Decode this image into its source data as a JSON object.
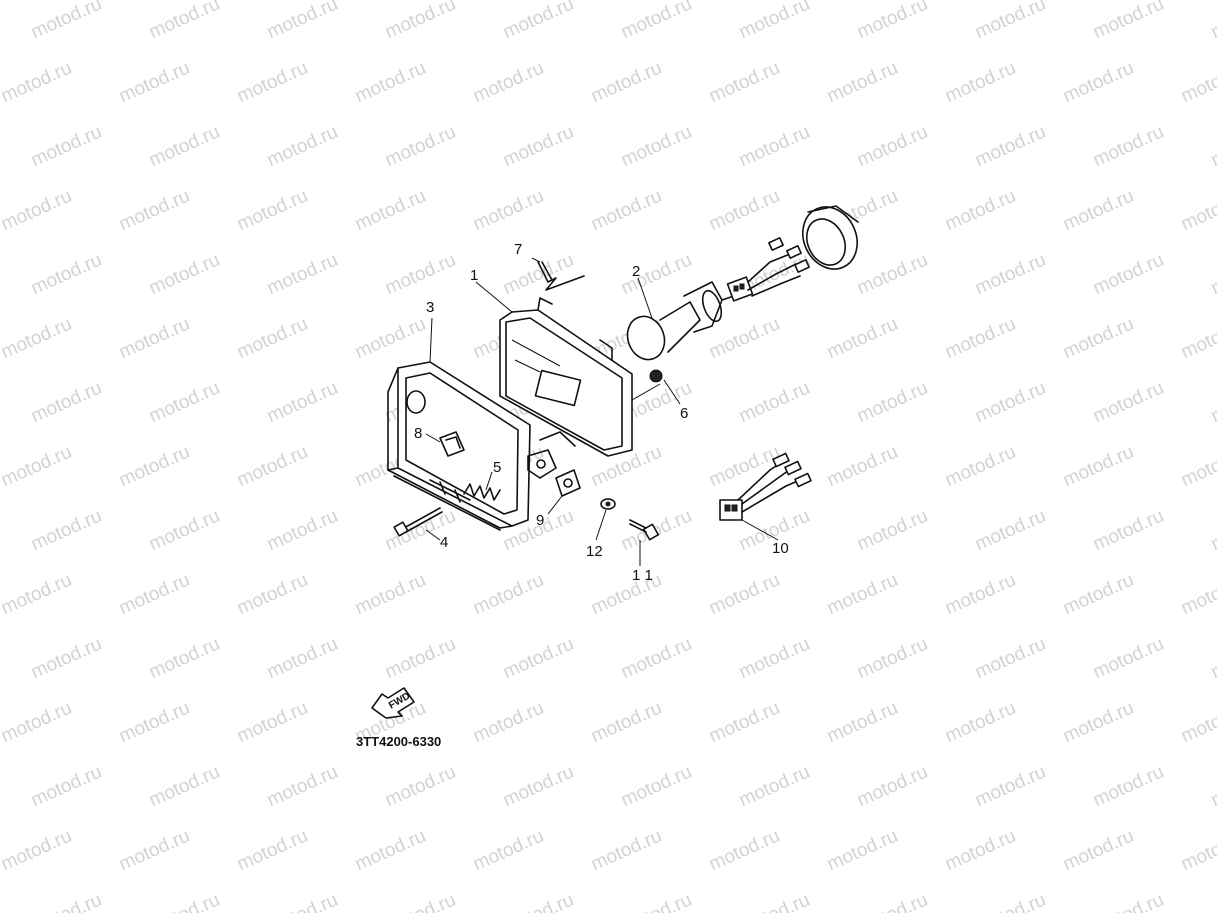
{
  "watermark": "motod.ru",
  "part_code": "3TT4200-6330",
  "fwd_label": "FWD",
  "callouts": [
    "1",
    "2",
    "3",
    "4",
    "5",
    "6",
    "7",
    "8",
    "9",
    "10",
    "1 1",
    "12"
  ]
}
